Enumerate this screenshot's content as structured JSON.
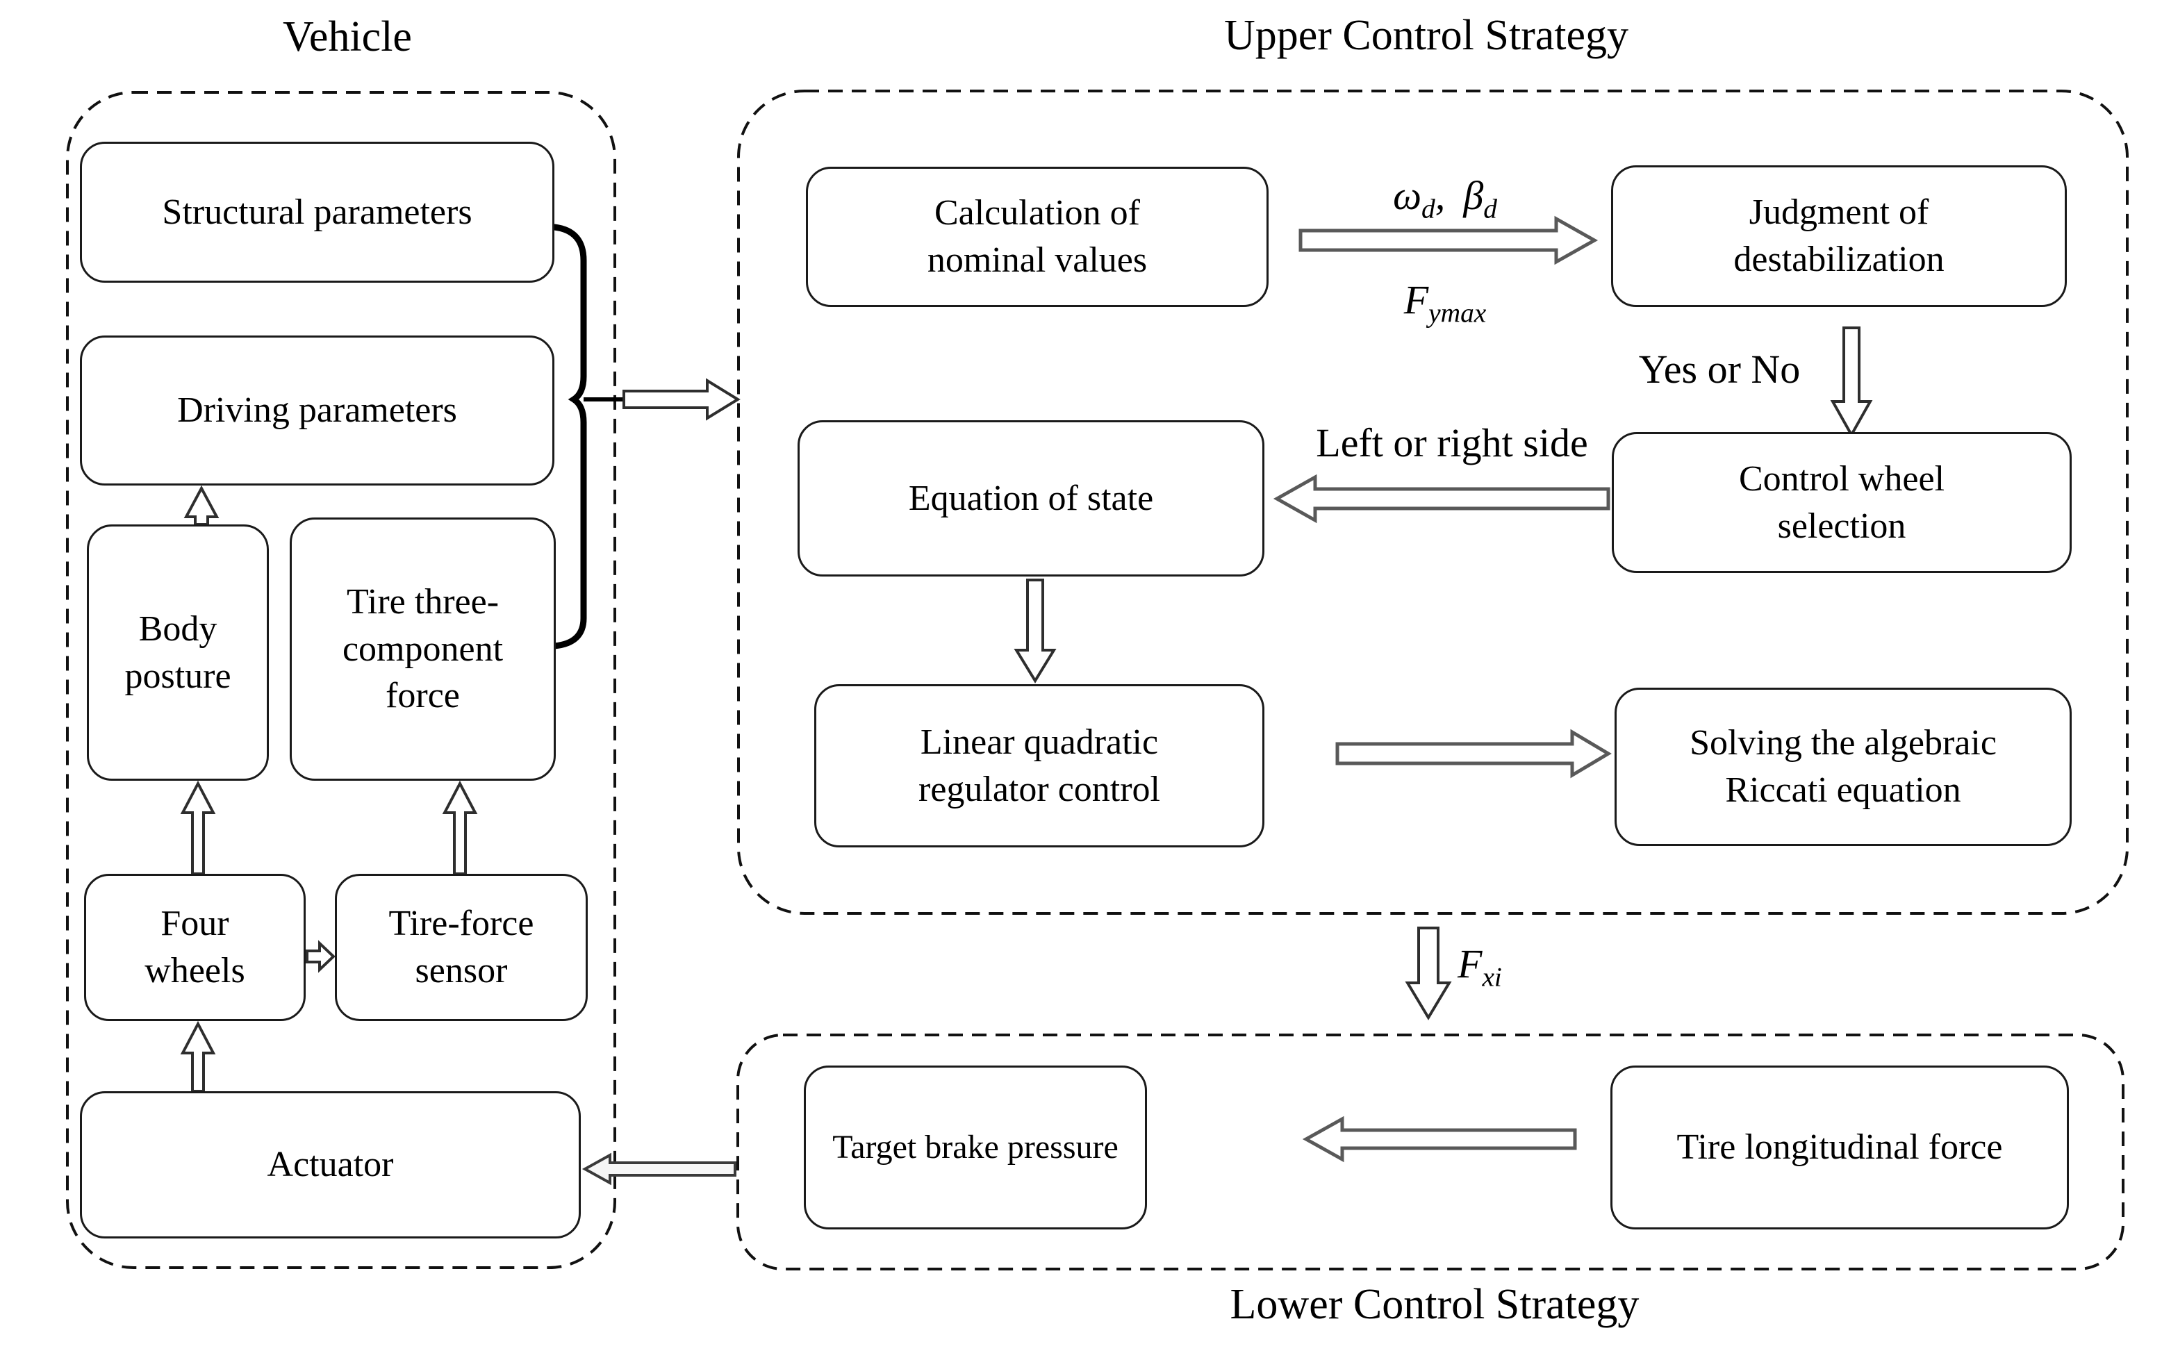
{
  "groups": {
    "vehicle": {
      "title": "Vehicle"
    },
    "upper": {
      "title": "Upper Control Strategy"
    },
    "lower": {
      "title": "Lower Control Strategy"
    }
  },
  "nodes": {
    "structural": "Structural parameters",
    "driving": "Driving parameters",
    "body_posture": [
      "Body",
      "posture"
    ],
    "tire_three": [
      "Tire three-",
      "component",
      "force"
    ],
    "four_wheels": [
      "Four",
      "wheels"
    ],
    "tire_force_sensor": [
      "Tire-force",
      "sensor"
    ],
    "actuator": "Actuator",
    "calc_nominal": [
      "Calculation of",
      "nominal values"
    ],
    "judgment": [
      "Judgment of",
      "destabilization"
    ],
    "control_wheel": [
      "Control wheel",
      "selection"
    ],
    "equation_state": "Equation of state",
    "lqr": [
      "Linear quadratic",
      "regulator control"
    ],
    "solving": [
      "Solving the algebraic",
      "Riccati equation"
    ],
    "target_brake": "Target brake pressure",
    "tire_longitudinal": "Tire longitudinal force"
  },
  "edge_labels": {
    "yes_no": "Yes or No",
    "left_right": "Left or right side"
  },
  "math": {
    "omega_d": {
      "base": "ω",
      "sub": "d"
    },
    "beta_d": {
      "base": "β",
      "sub": "d"
    },
    "comma": ",",
    "fymax": {
      "base": "F",
      "sub": "ymax"
    },
    "fxi": {
      "base": "F",
      "sub": "xi"
    }
  },
  "colors": {
    "line": "#1a1a1a",
    "arrow_outline_dark": "#2e2e2e",
    "arrow_outline_gray": "#595959",
    "background": "#ffffff"
  }
}
